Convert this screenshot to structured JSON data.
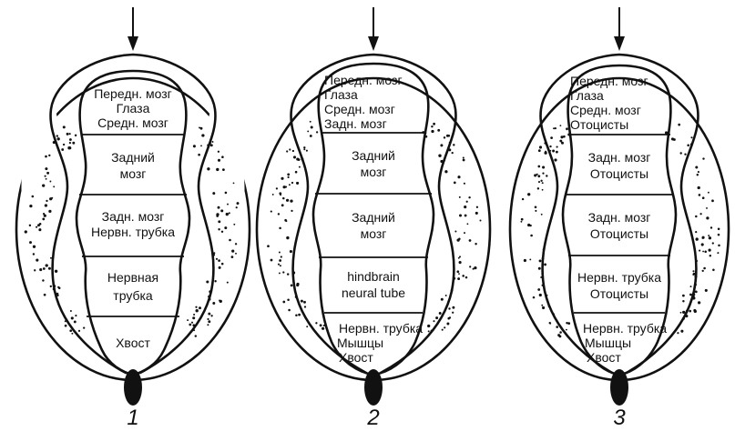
{
  "diagrams": [
    {
      "number": "1",
      "regions": [
        [
          "Передн. мозг",
          "Глаза",
          "Средн. мозг"
        ],
        [
          "Задний",
          "мозг"
        ],
        [
          "Задн. мозг",
          "Нервн. трубка"
        ],
        [
          "Нервная",
          "трубка"
        ],
        [
          "Хвост"
        ]
      ]
    },
    {
      "number": "2",
      "regions": [
        [
          "Передн. мозг",
          "Глаза",
          "Средн. мозг",
          "Задн. мозг"
        ],
        [
          "Задний",
          "мозг"
        ],
        [
          "Задний",
          "мозг"
        ],
        [
          "hindbrain",
          "neural tube"
        ],
        [
          "Нервн. трубка",
          "Мышцы",
          "Хвост"
        ]
      ]
    },
    {
      "number": "3",
      "regions": [
        [
          "Передн. мозг",
          "Глаза",
          "Средн. мозг",
          "Отоцисты"
        ],
        [
          "Задн. мозг",
          "Отоцисты"
        ],
        [
          "Задн. мозг",
          "Отоцисты"
        ],
        [
          "Нервн. трубка",
          "Отоцисты"
        ],
        [
          "Нервн. трубка",
          "Мышцы",
          "Хвост"
        ]
      ]
    }
  ]
}
